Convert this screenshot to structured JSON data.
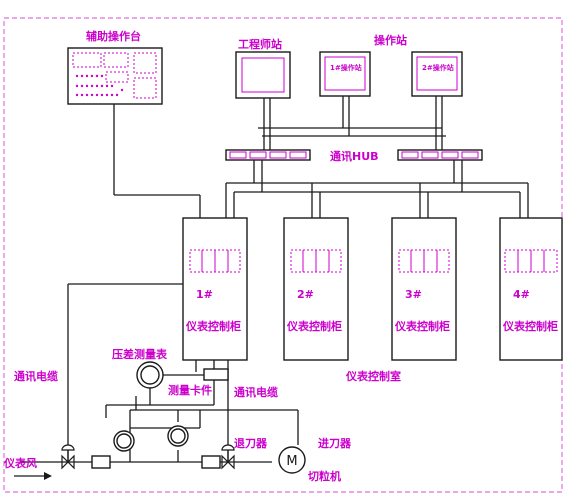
{
  "labels": {
    "aux_console": "辅助操作台",
    "engineer_station": "工程师站",
    "operator_station": "操作站",
    "op_station_1": "1#操作站",
    "op_station_2": "2#操作站",
    "comm_hub": "通讯HUB",
    "cabinet_1_num": "1#",
    "cabinet_2_num": "2#",
    "cabinet_3_num": "3#",
    "cabinet_4_num": "4#",
    "cabinet_name": "仪表控制柜",
    "control_room": "仪表控制室",
    "comm_cable_left": "通讯电缆",
    "comm_cable_right": "通讯电缆",
    "dp_gauge": "压差测量表",
    "measure_card": "测量卡件",
    "retract_knife": "退刀器",
    "advance_knife": "进刀器",
    "instrument_air": "仪表风",
    "motor_symbol": "M",
    "pelletizer": "切粒机"
  },
  "colors": {
    "line": "#1a1a1a",
    "label": "#cc00cc",
    "border": "#e070e0"
  }
}
